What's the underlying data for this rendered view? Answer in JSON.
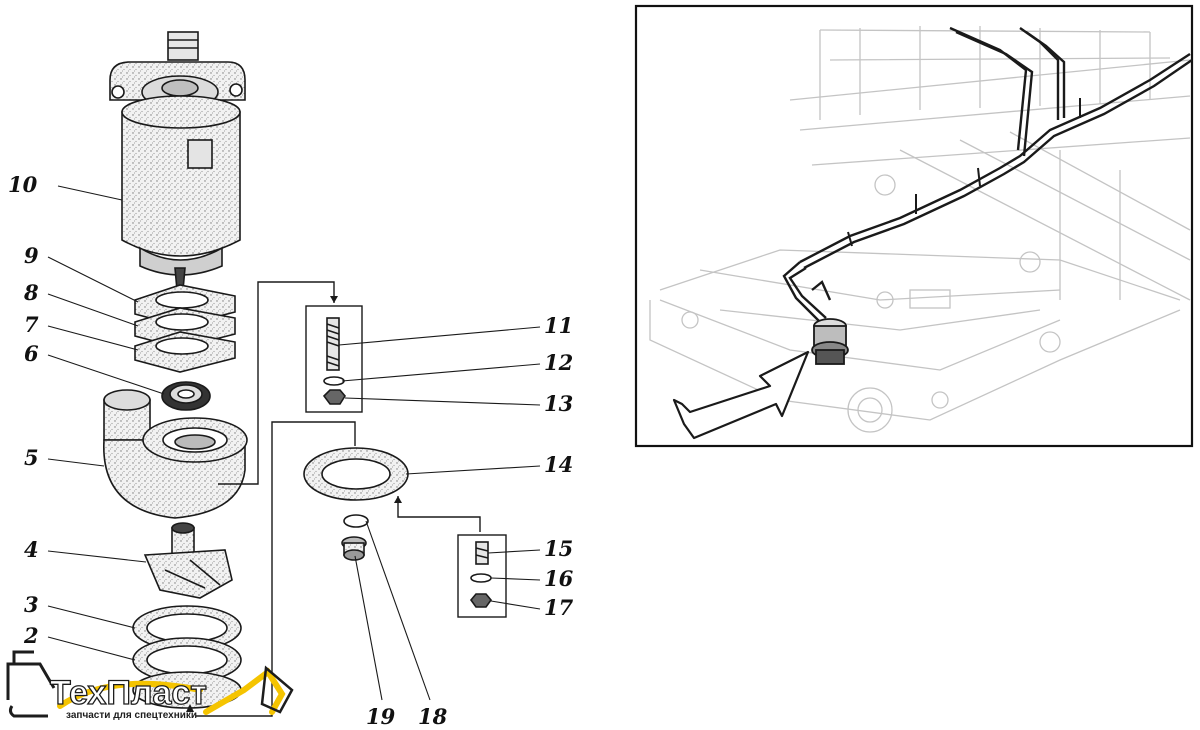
{
  "callouts": {
    "n1": "10",
    "n2": "9",
    "n3": "8",
    "n4": "7",
    "n5": "6",
    "n6": "5",
    "n7": "4",
    "n8": "3",
    "n9": "2",
    "n10": "11",
    "n11": "12",
    "n12": "13",
    "n13": "14",
    "n14": "15",
    "n15": "16",
    "n16": "17",
    "n17": "19",
    "n18": "18"
  },
  "logo": {
    "brand": "ТехПласт",
    "tagline": "запчасти для спецтехники"
  },
  "colors": {
    "ink": "#1a1a1a",
    "logo_yellow": "#f5c400",
    "frame": "#111111"
  }
}
